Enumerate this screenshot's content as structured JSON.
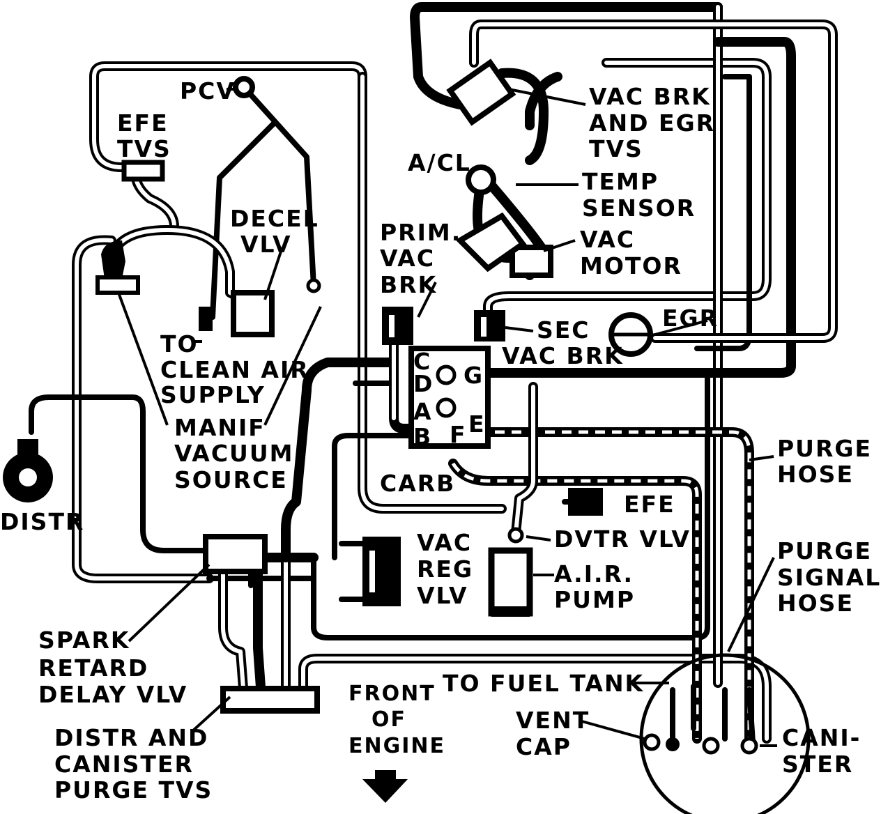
{
  "labels": {
    "pcv": "PCV",
    "efe_tvs": [
      "EFE",
      "TVS"
    ],
    "decel_vlv": [
      "DECEL",
      "VLV"
    ],
    "to_clean_air_supply": [
      "TO",
      "CLEAN AIR",
      "SUPPLY"
    ],
    "manif_vacuum_source": [
      "MANIF",
      "VACUUM",
      "SOURCE"
    ],
    "distr": "DISTR",
    "spark_retard_delay_vlv": [
      "SPARK",
      "RETARD",
      "DELAY VLV"
    ],
    "distr_canister_purge_tvs": [
      "DISTR AND",
      "CANISTER",
      "PURGE TVS"
    ],
    "front_of_engine": [
      "FRONT",
      "OF",
      "ENGINE"
    ],
    "vac_brk_egr_tvs": [
      "VAC BRK",
      "AND EGR",
      "TVS"
    ],
    "a_cl": "A/CL",
    "temp_sensor": [
      "TEMP",
      "SENSOR"
    ],
    "vac_motor": [
      "VAC",
      "MOTOR"
    ],
    "prim_vac_brk": [
      "PRIM.",
      "VAC",
      "BRK"
    ],
    "sec_vac_brk": [
      "SEC",
      "VAC BRK"
    ],
    "egr": "EGR",
    "carb": "CARB",
    "carb_ports": [
      "C",
      "D",
      "A",
      "B",
      "G",
      "F",
      "E"
    ],
    "purge_hose": [
      "PURGE",
      "HOSE"
    ],
    "efe": "EFE",
    "dvtr_vlv": "DVTR VLV",
    "air_pump": [
      "A.I.R.",
      "PUMP"
    ],
    "vac_reg_vlv": [
      "VAC",
      "REG",
      "VLV"
    ],
    "purge_signal_hose": [
      "PURGE",
      "SIGNAL",
      "HOSE"
    ],
    "to_fuel_tank": "TO FUEL TANK",
    "vent_cap": [
      "VENT",
      "CAP"
    ],
    "canister": [
      "CANI-",
      "STER"
    ]
  },
  "colors": {
    "ink": "#000000",
    "paper": "#ffffff"
  }
}
